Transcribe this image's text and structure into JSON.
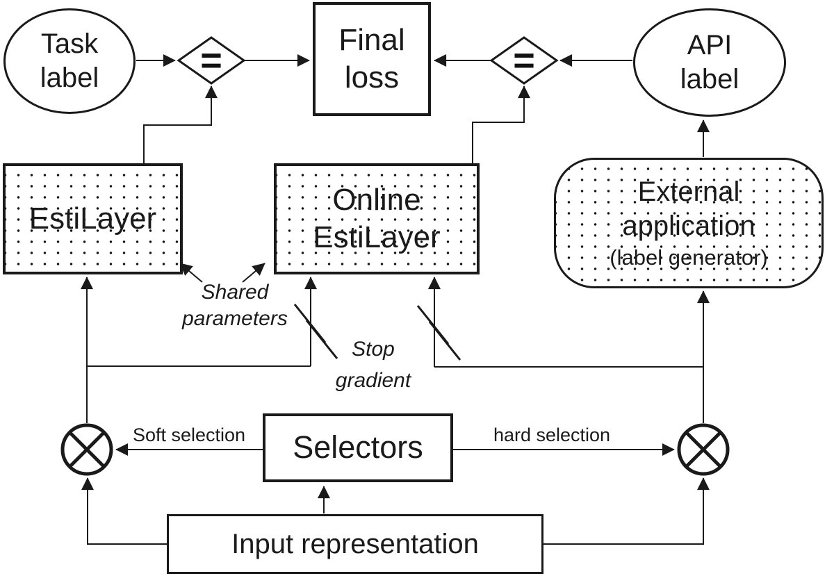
{
  "figure": {
    "background": "#ffffff",
    "stroke_color": "#1a1a1a",
    "nodes": {
      "task_label": "Task\nlabel",
      "final_loss": "Final\nloss",
      "api_label": "API\nlabel",
      "estilayer": "EstiLayer",
      "online_estilayer": "Online\nEstiLayer",
      "external_application": "External\napplication",
      "external_application_subtitle": "(label generator)",
      "selectors": "Selectors",
      "input_representation": "Input representation"
    },
    "operators": {
      "equals_left": "=",
      "equals_right": "="
    },
    "annotations": {
      "shared_parameters": "Shared\nparameters",
      "stop_gradient": "Stop\ngradient",
      "soft_selection": "Soft selection",
      "hard_selection": "hard selection"
    }
  }
}
